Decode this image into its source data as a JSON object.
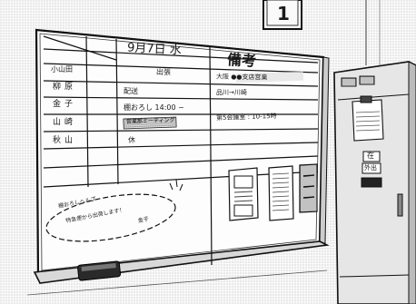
{
  "board": {
    "date": "9月7日 水",
    "remarks_header": "備考",
    "names": [
      "小山田",
      "柳原",
      "金子",
      "山崎",
      "秋山"
    ],
    "status": [
      "出張",
      "配送",
      "棚おろし 14:00 ~",
      "営業部ミーティング",
      "休"
    ],
    "remarks": [
      "大阪 ●●支店営業",
      "品川→川崎",
      "第5会議室 : 10-15時"
    ]
  },
  "memo": {
    "line1": "棚おろしへルプ",
    "line2": "特急便から出荷します！",
    "signature": "金子"
  },
  "clock": {
    "numeral": "1"
  },
  "cabinet": {
    "label1": "在",
    "label2": "外出"
  }
}
